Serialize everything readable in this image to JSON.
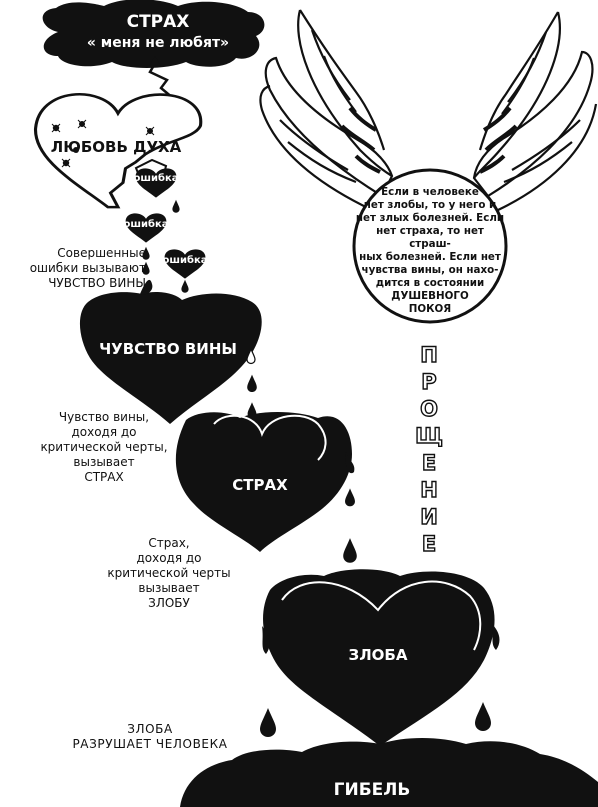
{
  "top_cloud": {
    "title": "СТРАХ",
    "subtitle": "« меня не любят»"
  },
  "love_heart": {
    "label": "ЛЮБОВЬ ДУХА"
  },
  "mistakes": [
    "ошибка",
    "ошибка",
    "ошибка"
  ],
  "captions": {
    "mistakes": [
      "Совершенные",
      "ошибки вызывают",
      "ЧУВСТВО ВИНЫ"
    ],
    "guilt": [
      "Чувство вины,",
      "доходя до",
      "критической черты,",
      "вызывает",
      "СТРАХ"
    ],
    "fear": [
      "Страх,",
      "доходя до",
      "критической черты",
      "вызывает",
      "ЗЛОБУ"
    ],
    "anger": [
      "ЗЛОБА",
      "РАЗРУШАЕТ ЧЕЛОВЕКА"
    ]
  },
  "hearts": {
    "guilt": "ЧУВСТВО ВИНЫ",
    "fear": "СТРАХ",
    "anger": "ЗЛОБА"
  },
  "ground": {
    "label": "ГИБЕЛЬ"
  },
  "halo_text": [
    "Если в человеке",
    "нет злобы, то у него и",
    "нет злых болезней. Если",
    "нет страха, то нет страш-",
    "ных болезней. Если нет",
    "чувства вины, он нахо-",
    "дится в состоянии",
    "ДУШЕВНОГО",
    "ПОКОЯ"
  ],
  "vertical_word": [
    "П",
    "Р",
    "О",
    "Щ",
    "Е",
    "Н",
    "И",
    "Е"
  ],
  "colors": {
    "ink": "#111111",
    "paper": "#ffffff"
  }
}
